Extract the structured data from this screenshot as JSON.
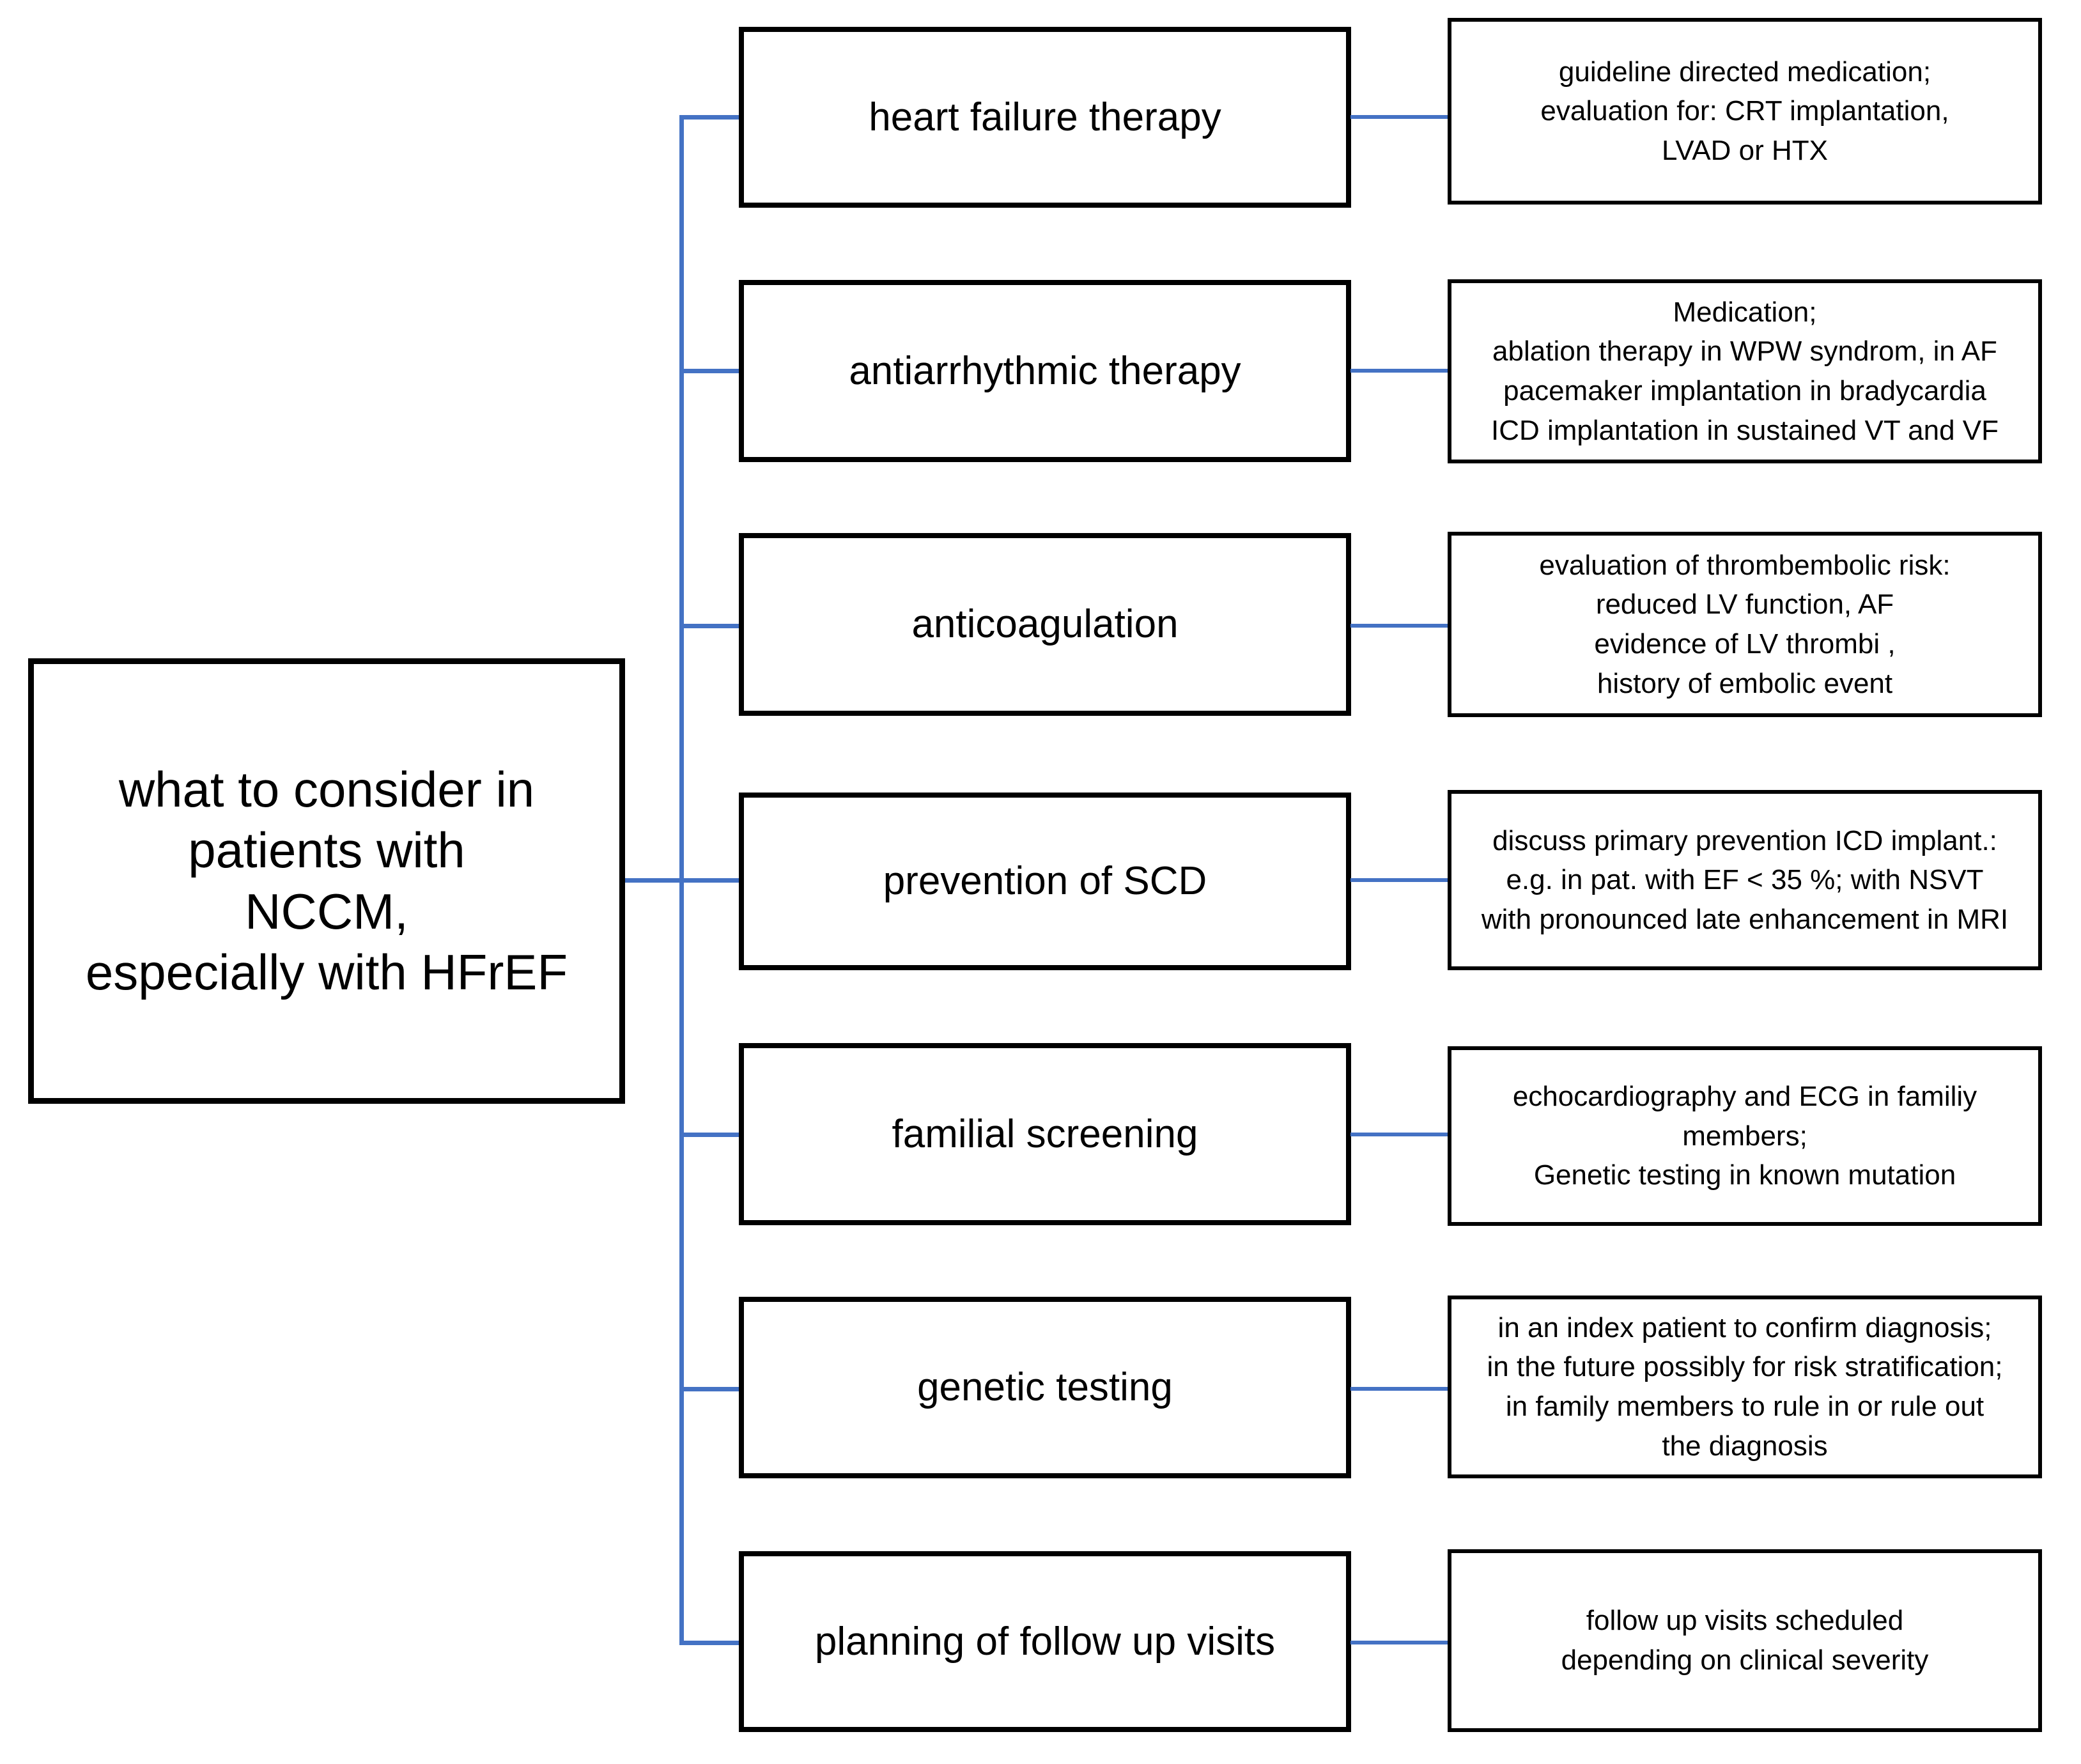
{
  "diagram": {
    "type": "flowchart",
    "orientation": "left-to-right",
    "connector_color": "#4472C4",
    "box_border_color": "#000000",
    "background": "#FFFFFF",
    "root": {
      "lines": [
        "what to consider in",
        "patients with",
        "NCCM,",
        "especially with HFrEF"
      ]
    },
    "branches": [
      {
        "category": "heart failure therapy",
        "detail_lines": [
          "guideline directed medication;",
          "evaluation for: CRT implantation,",
          "LVAD or HTX"
        ]
      },
      {
        "category": "antiarrhythmic therapy",
        "detail_lines": [
          "Medication;",
          "ablation therapy in WPW syndrom, in AF",
          "pacemaker implantation in bradycardia",
          "ICD implantation in sustained VT and VF"
        ]
      },
      {
        "category": "anticoagulation",
        "detail_lines": [
          "evaluation of thrombembolic risk:",
          "reduced LV function, AF",
          "evidence of LV thrombi ,",
          "history of embolic event"
        ]
      },
      {
        "category": "prevention of SCD",
        "detail_lines": [
          "discuss primary prevention ICD implant.:",
          "e.g. in pat. with EF < 35 %; with NSVT",
          "with pronounced late enhancement in MRI"
        ]
      },
      {
        "category": "familial screening",
        "detail_lines": [
          "echocardiography and ECG in familiy",
          "members;",
          "Genetic testing in known mutation"
        ]
      },
      {
        "category": "genetic testing",
        "detail_lines": [
          "in an index patient to confirm diagnosis;",
          "in the future possibly for risk stratification;",
          "in family members to rule in or rule out",
          "the diagnosis"
        ]
      },
      {
        "category": "planning of follow up visits",
        "detail_lines": [
          "follow up visits scheduled",
          "depending on clinical severity"
        ]
      }
    ]
  }
}
